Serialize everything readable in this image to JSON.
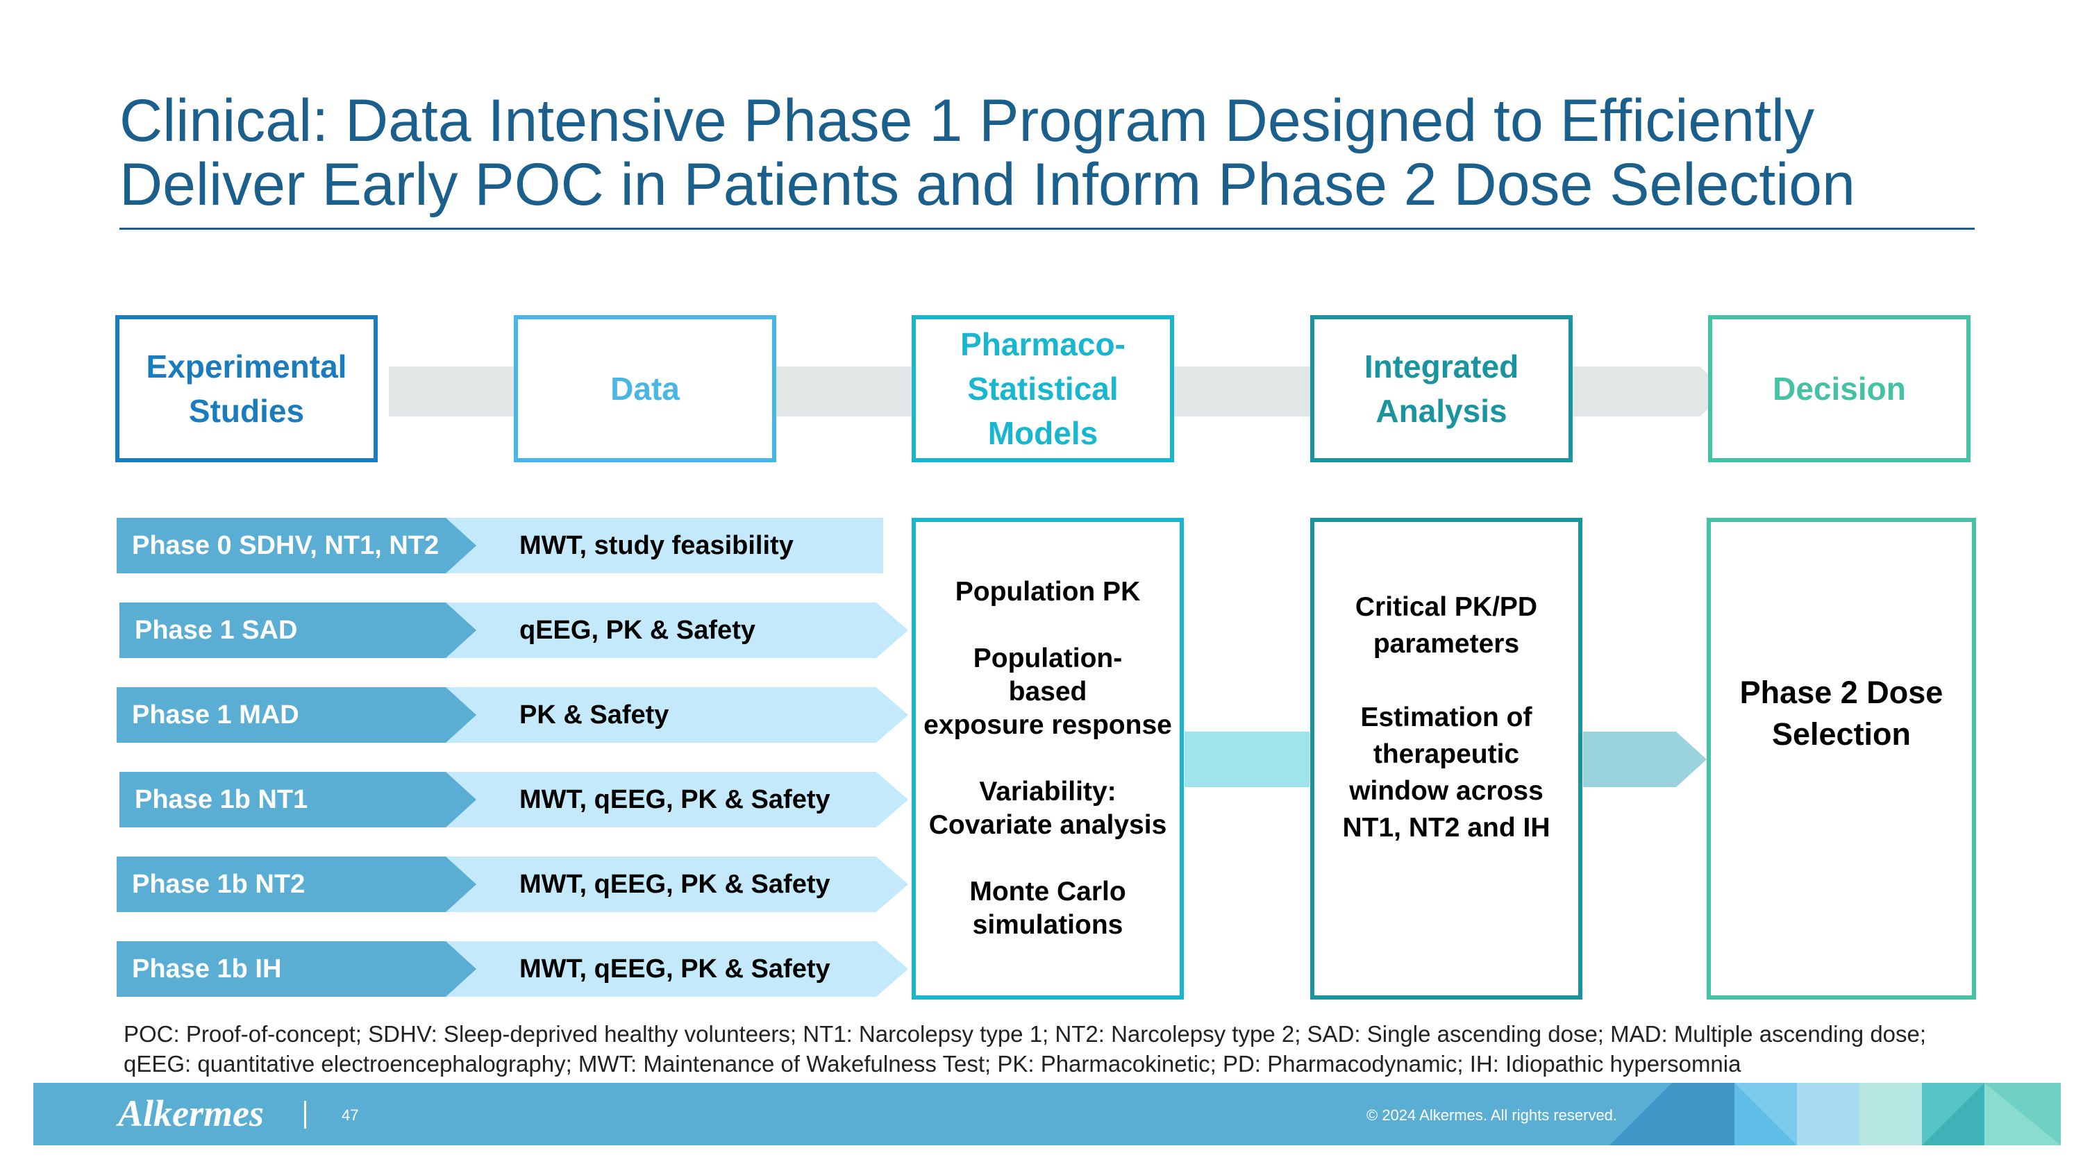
{
  "title": {
    "line1": "Clinical: Data Intensive Phase 1 Program Designed to Efficiently",
    "line2": "Deliver Early POC in Patients and Inform Phase 2 Dose Selection"
  },
  "flow": {
    "steps": [
      {
        "line1": "Experimental",
        "line2": "Studies",
        "color": "#1a7bbd"
      },
      {
        "line1": "Data",
        "line2": "",
        "color": "#4ab6e3"
      },
      {
        "line1": "Pharmaco-",
        "line2": "Statistical",
        "line3": "Models",
        "color": "#18b7cf"
      },
      {
        "line1": "Integrated",
        "line2": "Analysis",
        "color": "#1a959f"
      },
      {
        "line1": "Decision",
        "line2": "",
        "color": "#45c1a6"
      }
    ]
  },
  "studies": [
    {
      "phase": "Phase 0 SDHV, NT1, NT2",
      "data": "MWT, study feasibility"
    },
    {
      "phase": "Phase 1 SAD",
      "data": "qEEG, PK & Safety"
    },
    {
      "phase": "Phase 1 MAD",
      "data": "PK & Safety"
    },
    {
      "phase": "Phase 1b NT1",
      "data": "MWT, qEEG, PK & Safety"
    },
    {
      "phase": "Phase 1b NT2",
      "data": "MWT, qEEG, PK & Safety"
    },
    {
      "phase": "Phase 1b IH",
      "data": "MWT, qEEG, PK & Safety"
    }
  ],
  "models": {
    "item1": "Population PK",
    "item2a": "Population-",
    "item2b": "based",
    "item2c": "exposure response",
    "item3a": "Variability:",
    "item3b": "Covariate analysis",
    "item4a": "Monte Carlo",
    "item4b": "simulations"
  },
  "analysis": {
    "item1a": "Critical PK/PD",
    "item1b": "parameters",
    "item2a": "Estimation of",
    "item2b": "therapeutic",
    "item2c": "window across",
    "item2d": "NT1, NT2 and IH"
  },
  "decision": {
    "line1": "Phase 2 Dose",
    "line2": "Selection"
  },
  "footnote": {
    "line1": "POC: Proof-of-concept; SDHV: Sleep-deprived healthy volunteers; NT1: Narcolepsy type 1; NT2: Narcolepsy type 2; SAD: Single ascending dose; MAD: Multiple ascending dose;",
    "line2": "qEEG: quantitative electroencephalography; MWT: Maintenance of Wakefulness Test; PK: Pharmacokinetic; PD: Pharmacodynamic; IH: Idiopathic hypersomnia"
  },
  "footer": {
    "logo": "Alkermes",
    "page_number": "47",
    "copyright": "© 2024 Alkermes. All rights reserved."
  },
  "colors": {
    "title": "#1b5f8c",
    "phase_bar": "#5aaed4",
    "data_bar": "#c3e9fb",
    "footer": "#5aaed4"
  }
}
